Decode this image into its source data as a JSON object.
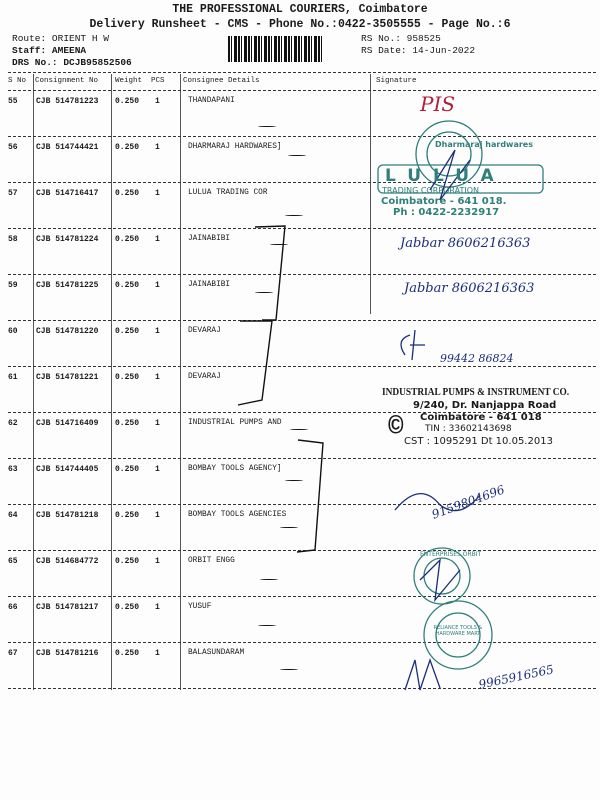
{
  "header": {
    "title": "THE PROFESSIONAL COURIERS, Coimbatore",
    "subtitle": "Delivery Runsheet - CMS - Phone No.:0422-3505555 - Page No.:6",
    "route_label": "Route:",
    "route": "ORIENT H W",
    "staff_label": "Staff:",
    "staff": "AMEENA",
    "drs_label": "DRS No.:",
    "drs": "DCJB95852506",
    "rs_no_label": "RS No.:",
    "rs_no": "958525",
    "rs_date_label": "RS Date:",
    "rs_date": "14-Jun-2022"
  },
  "columns": {
    "sno": "S No",
    "consignment": "Consignment No",
    "weight": "Weight",
    "pcs": "PCS",
    "details": "Consignee Details",
    "signature": "Signature"
  },
  "rows": [
    {
      "sno": "55",
      "cn": "CJB 514781223",
      "wt": "0.250",
      "pcs": "1",
      "details": "THANDAPANI"
    },
    {
      "sno": "56",
      "cn": "CJB 514744421",
      "wt": "0.250",
      "pcs": "1",
      "details": "DHARMARAJ HARDWARES]"
    },
    {
      "sno": "57",
      "cn": "CJB 514716417",
      "wt": "0.250",
      "pcs": "1",
      "details": "LULUA TRADING COR"
    },
    {
      "sno": "58",
      "cn": "CJB 514781224",
      "wt": "0.250",
      "pcs": "1",
      "details": "JAINABIBI"
    },
    {
      "sno": "59",
      "cn": "CJB 514781225",
      "wt": "0.250",
      "pcs": "1",
      "details": "JAINABIBI"
    },
    {
      "sno": "60",
      "cn": "CJB 514781220",
      "wt": "0.250",
      "pcs": "1",
      "details": "DEVARAJ"
    },
    {
      "sno": "61",
      "cn": "CJB 514781221",
      "wt": "0.250",
      "pcs": "1",
      "details": "DEVARAJ"
    },
    {
      "sno": "62",
      "cn": "CJB 514716409",
      "wt": "0.250",
      "pcs": "1",
      "details": "INDUSTRIAL PUMPS AND"
    },
    {
      "sno": "63",
      "cn": "CJB 514744405",
      "wt": "0.250",
      "pcs": "1",
      "details": "BOMBAY TOOLS AGENCY]"
    },
    {
      "sno": "64",
      "cn": "CJB 514781218",
      "wt": "0.250",
      "pcs": "1",
      "details": "BOMBAY TOOLS AGENCIES"
    },
    {
      "sno": "65",
      "cn": "CJB 514684772",
      "wt": "0.250",
      "pcs": "1",
      "details": "ORBIT ENGG"
    },
    {
      "sno": "66",
      "cn": "CJB 514781217",
      "wt": "0.250",
      "pcs": "1",
      "details": "YUSUF"
    },
    {
      "sno": "67",
      "cn": "CJB 514781216",
      "wt": "0.250",
      "pcs": "1",
      "details": "BALASUNDARAM"
    }
  ],
  "signatures": {
    "s55": "PIS",
    "s58": "Jabbar 8606216363",
    "s59": "Jabbar 8606216363",
    "s60": "99442 86824",
    "s64": "9159804696",
    "s67": "9965916565"
  },
  "stamps": {
    "lulua": {
      "line1": "LULUA",
      "line2": "TRADING CORPORATION",
      "line3": "Coimbatore - 641 018.",
      "line4": "Ph : 0422-2232917"
    },
    "dharmaraj": "Dharmaraj hardwares",
    "industrial": {
      "line1": "INDUSTRIAL PUMPS & INSTRUMENT CO.",
      "line2": "9/240, Dr. Nanjappa Road",
      "line3": "Coimbatore - 641 018",
      "line4": "TIN : 33602143698",
      "line5": "CST : 1095291 Dt 10.05.2013"
    },
    "orbit": "ENTERPRISES ORBIT",
    "reliance": "RELIANCE TOOLS & HARDWARE MART"
  },
  "colors": {
    "ink": "#1c2d7a",
    "stamp": "#2f7f7a",
    "red": "#b0203a"
  }
}
